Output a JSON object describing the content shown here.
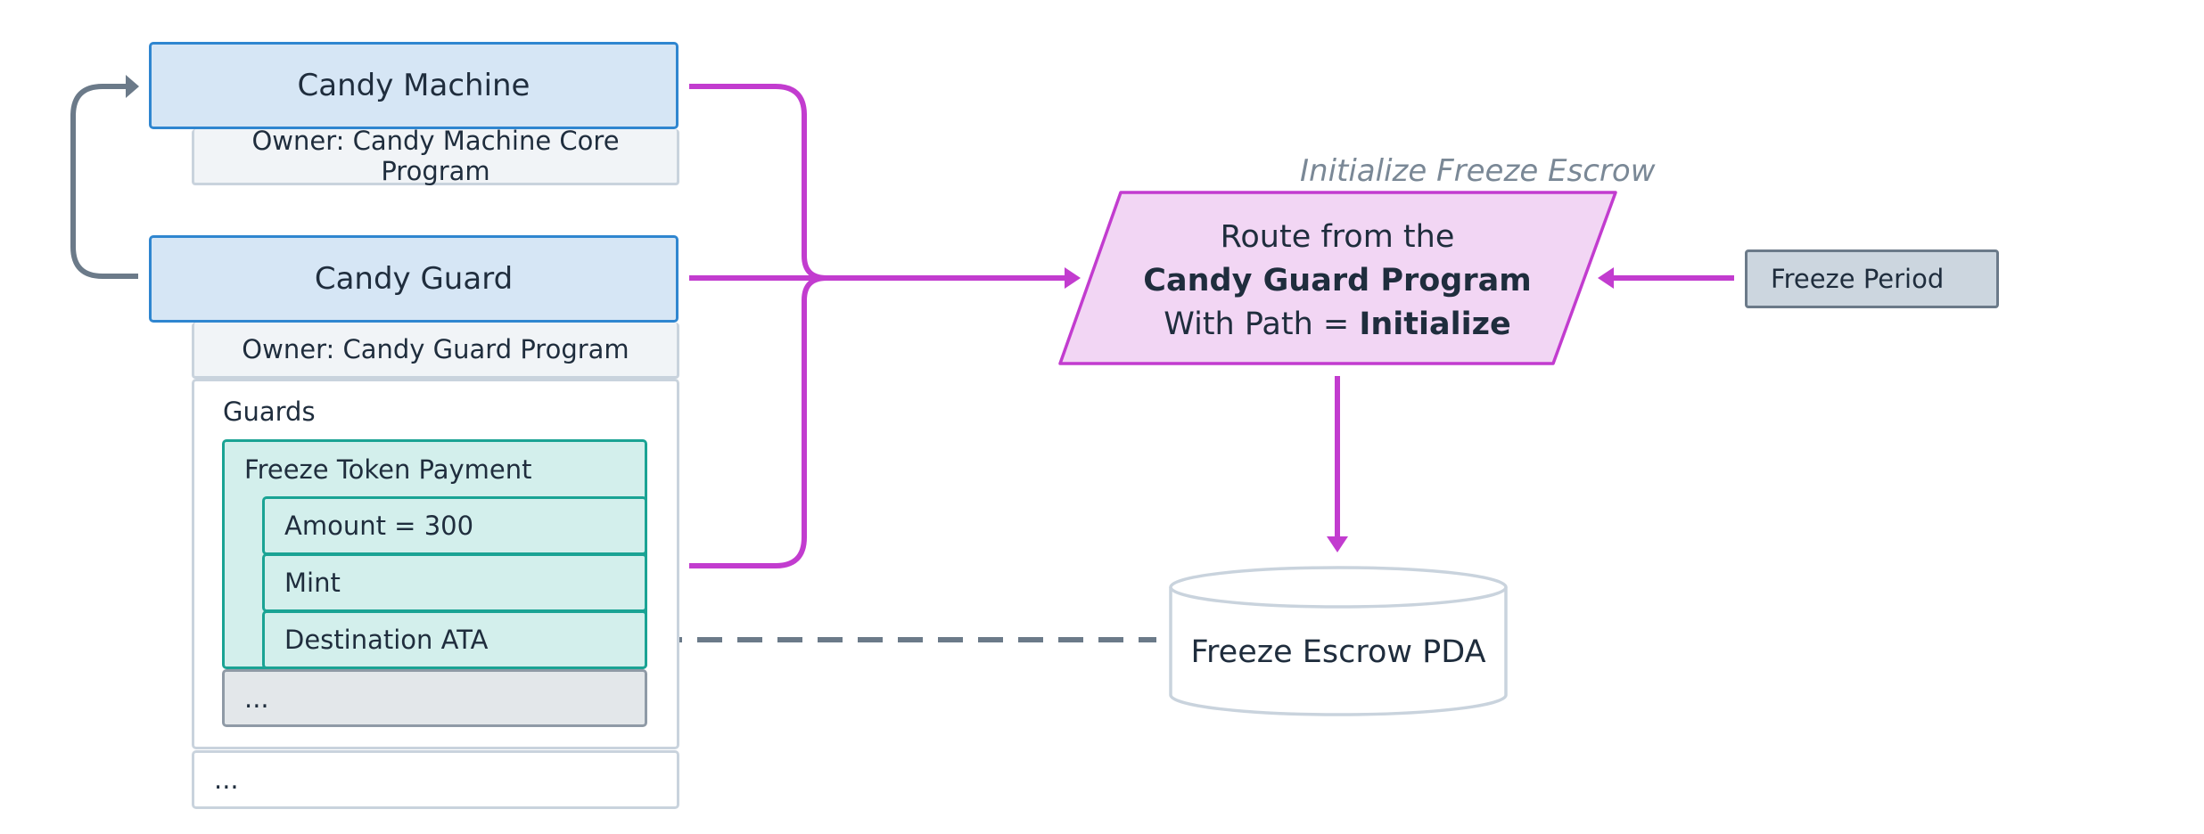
{
  "candy_machine": {
    "title": "Candy Machine",
    "owner": "Owner: Candy Machine Core Program"
  },
  "candy_guard": {
    "title": "Candy Guard",
    "owner": "Owner: Candy Guard Program",
    "guards_label": "Guards",
    "guard": {
      "title": "Freeze Token Payment",
      "fields": [
        "Amount = 300",
        "Mint",
        "Destination ATA"
      ]
    },
    "more_guards": "...",
    "more": "..."
  },
  "instruction": {
    "title": "Initialize Freeze Escrow",
    "line1": "Route from the",
    "line2": "Candy Guard Program",
    "line3_prefix": "With Path = ",
    "line3_bold": "Initialize"
  },
  "param": {
    "label": "Freeze Period"
  },
  "pda": {
    "label": "Freeze Escrow PDA"
  },
  "colors": {
    "flow": "#c23ccf",
    "link": "#6b7a89",
    "account_border": "#2f86d0",
    "guard_border": "#1aa394",
    "instruction_fill": "#f2d6f4"
  }
}
